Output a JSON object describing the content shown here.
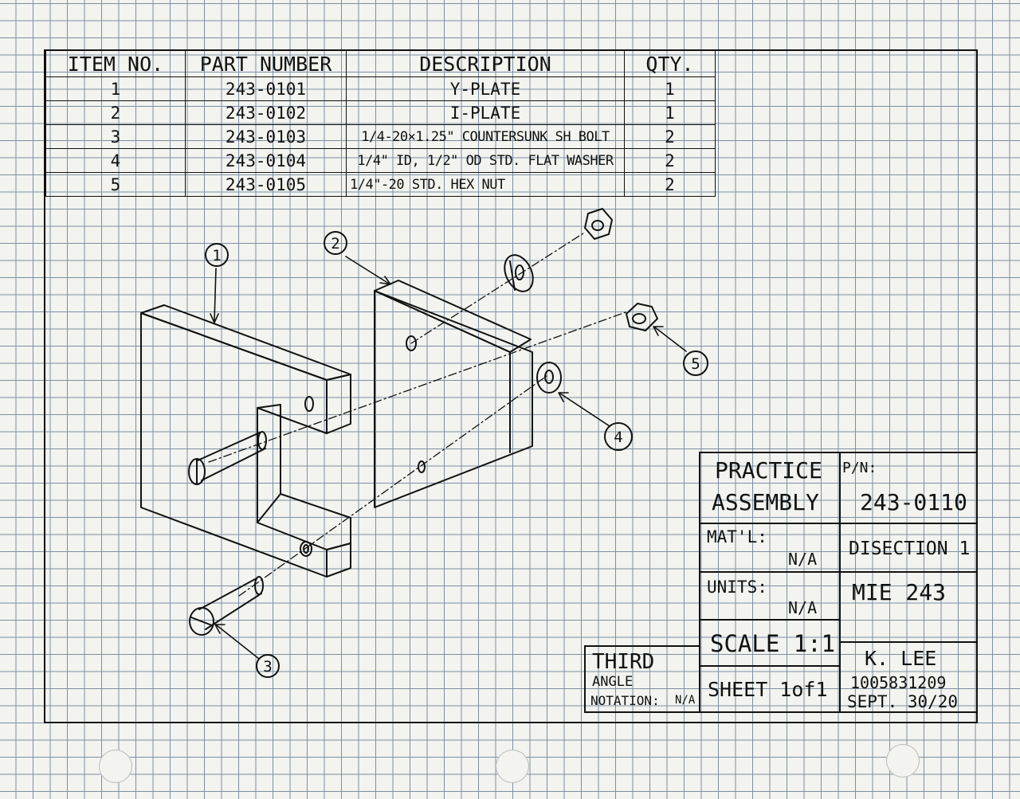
{
  "bom": {
    "headers": [
      "ITEM NO.",
      "PART NUMBER",
      "DESCRIPTION",
      "QTY."
    ],
    "rows": [
      [
        "1",
        "243-0101",
        "Y-PLATE",
        "1"
      ],
      [
        "2",
        "243-0102",
        "I-PLATE",
        "1"
      ],
      [
        "3",
        "243-0103",
        "1/4-20×1.25\" COUNTERSUNK SH BOLT",
        "2"
      ],
      [
        "4",
        "243-0104",
        "1/4\" ID, 1/2\" OD STD. FLAT WASHER",
        "2"
      ],
      [
        "5",
        "243-0105",
        "1/4\"-20 STD. HEX NUT",
        "2"
      ]
    ]
  },
  "balloons": [
    "1",
    "2",
    "3",
    "4",
    "5"
  ],
  "title_block": {
    "title_line1": "PRACTICE",
    "title_line2": "ASSEMBLY",
    "pn_label": "P/N:",
    "pn_value": "243-0110",
    "matl_label": "MAT'L:",
    "matl_value": "N/A",
    "section": "DISECTION 1",
    "units_label": "UNITS:",
    "units_value": "N/A",
    "course": "MIE 243",
    "scale": "SCALE 1:1",
    "author": "K. LEE",
    "student_no": "1005831209",
    "date": "SEPT. 30/20",
    "sheet": "SHEET 1of1",
    "proj_line1": "THIRD",
    "proj_line2": "ANGLE",
    "proj_line3": "NOTATION:",
    "proj_value": "N/A"
  }
}
